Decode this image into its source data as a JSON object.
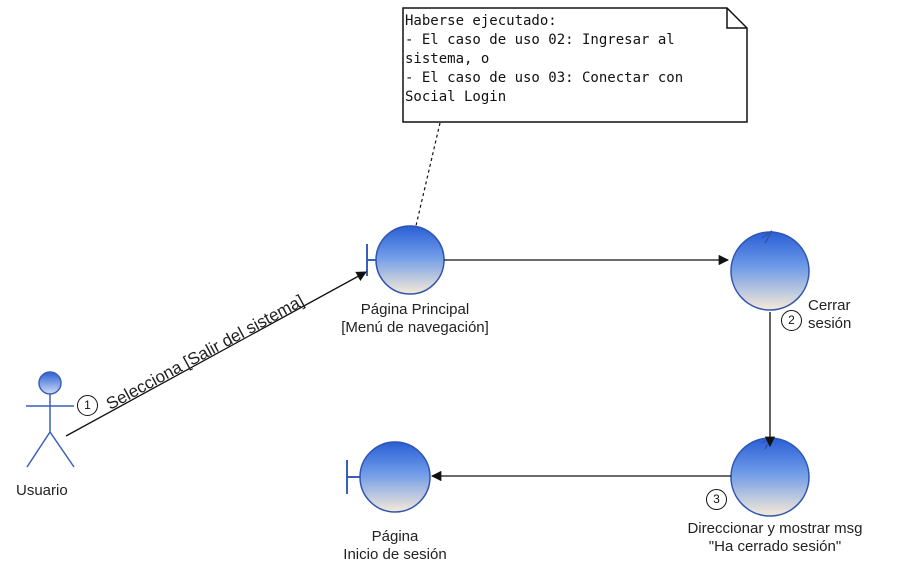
{
  "note": {
    "lines": [
      "Haberse ejecutado:",
      "- El caso de uso 02: Ingresar al",
      "sistema, o",
      "- El caso de uso 03: Conectar con",
      "Social Login"
    ]
  },
  "actor": {
    "label": "Usuario"
  },
  "boundaries": {
    "principal": {
      "line1": "Página Principal",
      "line2": "[Menú de navegación]"
    },
    "inicio": {
      "line1": "Página",
      "line2": "Inicio de sesión"
    }
  },
  "controls": {
    "cerrar": {
      "line1": "Cerrar",
      "line2": "sesión"
    },
    "direccionar": {
      "line1": "Direccionar y mostrar msg",
      "line2": "\"Ha cerrado sesión\""
    }
  },
  "messages": {
    "m1": {
      "number": "1",
      "label": "Selecciona [Salir del sistema]"
    },
    "m2": {
      "number": "2"
    },
    "m3": {
      "number": "3"
    }
  }
}
